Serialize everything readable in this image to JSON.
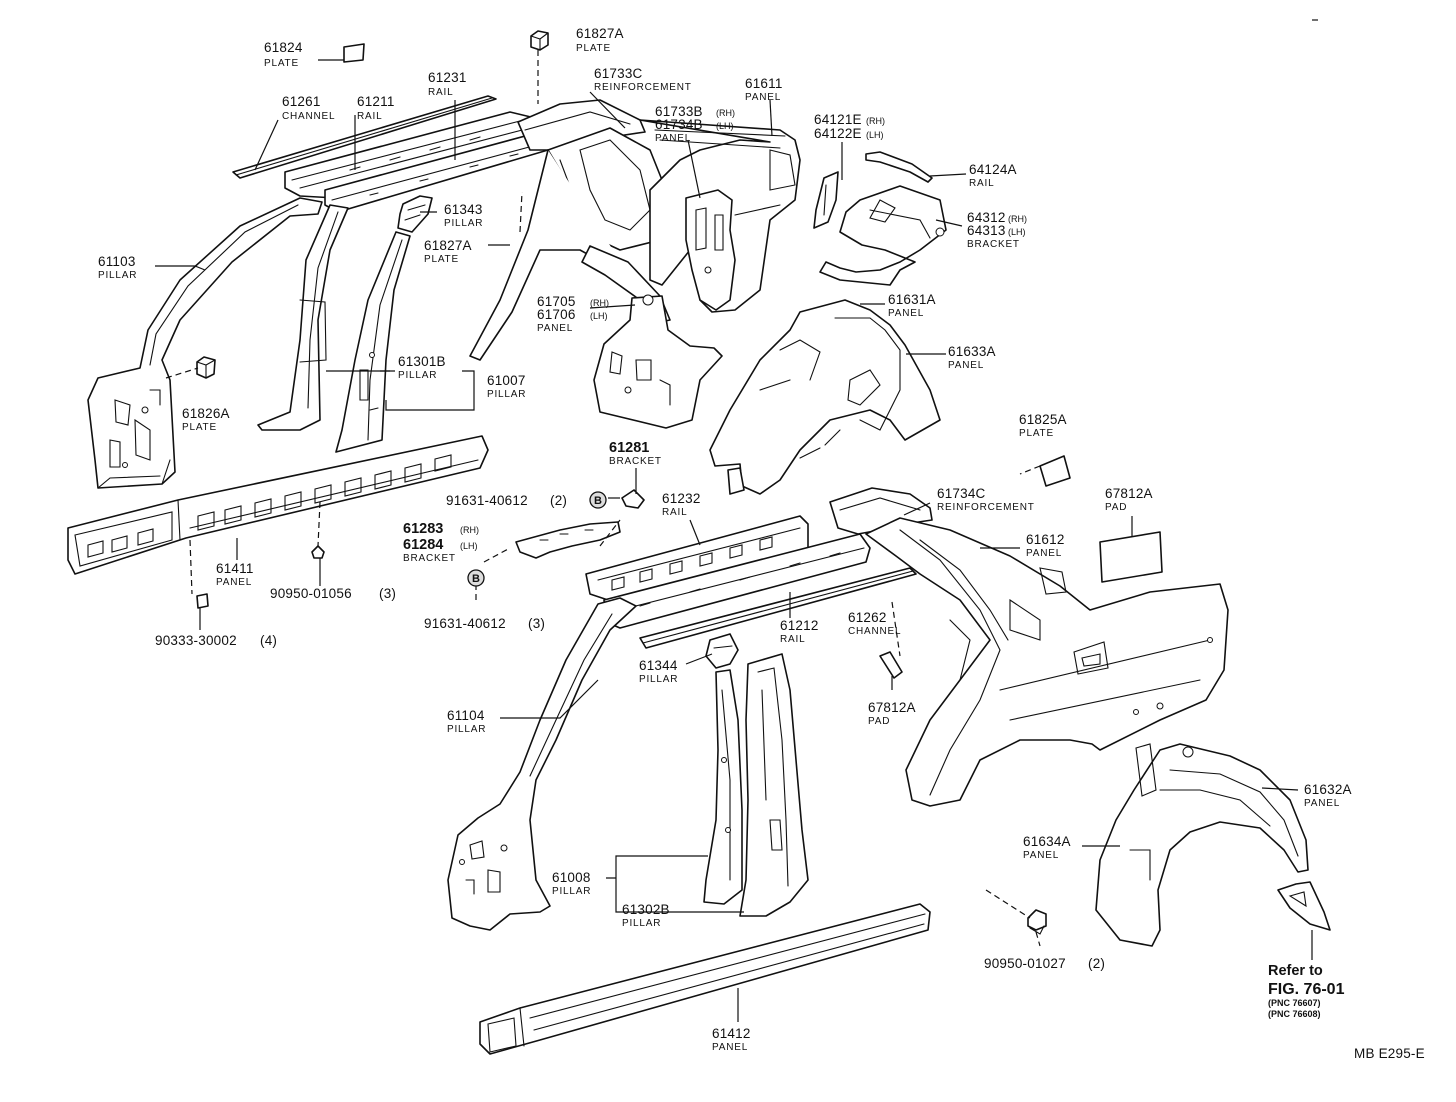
{
  "labels": {
    "p61824": {
      "number": "61824",
      "name": "PLATE"
    },
    "p61827a_top": {
      "number": "61827A",
      "name": "PLATE"
    },
    "p61261": {
      "number": "61261",
      "name": "CHANNEL"
    },
    "p61211": {
      "number": "61211",
      "name": "RAIL"
    },
    "p61231": {
      "number": "61231",
      "name": "RAIL"
    },
    "p61733c": {
      "number": "61733C",
      "name": "REINFORCEMENT"
    },
    "p61733b": {
      "number": "61733B",
      "side": "(RH)",
      "number2": "61734B",
      "side2": "(LH)",
      "name": "PANEL"
    },
    "p61611": {
      "number": "61611",
      "name": "PANEL"
    },
    "p64121e": {
      "number": "64121E",
      "side": "(RH)",
      "number2": "64122E",
      "side2": "(LH)"
    },
    "p64124a": {
      "number": "64124A",
      "name": "RAIL"
    },
    "p64312": {
      "number": "64312",
      "side": "(RH)",
      "number2": "64313",
      "side2": "(LH)",
      "name": "BRACKET"
    },
    "p61343": {
      "number": "61343",
      "name": "PILLAR"
    },
    "p61827a_mid": {
      "number": "61827A",
      "name": "PLATE"
    },
    "p61103": {
      "number": "61103",
      "name": "PILLAR"
    },
    "p61705": {
      "number": "61705",
      "side": "(RH)",
      "number2": "61706",
      "side2": "(LH)",
      "name": "PANEL"
    },
    "p61631a": {
      "number": "61631A",
      "name": "PANEL"
    },
    "p61633a": {
      "number": "61633A",
      "name": "PANEL"
    },
    "p61301b": {
      "number": "61301B",
      "name": "PILLAR"
    },
    "p61007": {
      "number": "61007",
      "name": "PILLAR"
    },
    "p61826a": {
      "number": "61826A",
      "name": "PLATE"
    },
    "p61825a": {
      "number": "61825A",
      "name": "PLATE"
    },
    "p61281": {
      "number": "61281",
      "name": "BRACKET"
    },
    "p91631_2": {
      "number": "91631-40612",
      "qty": "(2)"
    },
    "p61232": {
      "number": "61232",
      "name": "RAIL"
    },
    "p61734c": {
      "number": "61734C",
      "name": "REINFORCEMENT"
    },
    "p67812a_top": {
      "number": "67812A",
      "name": "PAD"
    },
    "p61283": {
      "number": "61283",
      "side": "(RH)",
      "number2": "61284",
      "side2": "(LH)",
      "name": "BRACKET"
    },
    "p61612": {
      "number": "61612",
      "name": "PANEL"
    },
    "p61411": {
      "number": "61411",
      "name": "PANEL"
    },
    "p90950_01056": {
      "number": "90950-01056",
      "qty": "(3)"
    },
    "p90333": {
      "number": "90333-30002",
      "qty": "(4)"
    },
    "p91631_3": {
      "number": "91631-40612",
      "qty": "(3)"
    },
    "p61212": {
      "number": "61212",
      "name": "RAIL"
    },
    "p61262": {
      "number": "61262",
      "name": "CHANNEL"
    },
    "p61344": {
      "number": "61344",
      "name": "PILLAR"
    },
    "p67812a_bot": {
      "number": "67812A",
      "name": "PAD"
    },
    "p61104": {
      "number": "61104",
      "name": "PILLAR"
    },
    "p61632a": {
      "number": "61632A",
      "name": "PANEL"
    },
    "p61634a": {
      "number": "61634A",
      "name": "PANEL"
    },
    "p61008": {
      "number": "61008",
      "name": "PILLAR"
    },
    "p61302b": {
      "number": "61302B",
      "name": "PILLAR"
    },
    "p90950_01027": {
      "number": "90950-01027",
      "qty": "(2)"
    },
    "p61412": {
      "number": "61412",
      "name": "PANEL"
    }
  },
  "badges": {
    "b1": "B",
    "b2": "B"
  },
  "refer": {
    "line1": "Refer to",
    "line2": "FIG. 76-01",
    "pnc1": "(PNC 76607)",
    "pnc2": "(PNC 76608)"
  },
  "code": "MB E295-E"
}
